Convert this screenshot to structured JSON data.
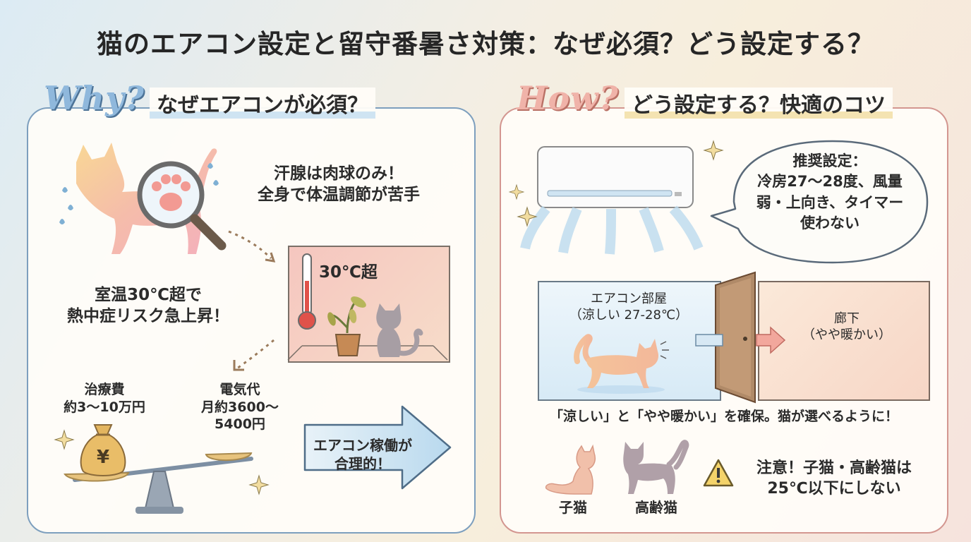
{
  "title": "猫のエアコン設定と留守番暑さ対策：なぜ必須？どう設定する？",
  "left": {
    "tag": "Why?",
    "heading": "なぜエアコンが必須？",
    "sweat_line1": "汗腺は肉球のみ！",
    "sweat_line2": "全身で体温調節が苦手",
    "room_temp_label": "30℃超",
    "risk_line1": "室温30℃超で",
    "risk_line2": "熱中症リスク急上昇！",
    "treatment_line1": "治療費",
    "treatment_line2": "約3〜10万円",
    "electricity_line1": "電気代",
    "electricity_line2": "月約3600〜",
    "electricity_line3": "5400円",
    "yen_symbol": "¥",
    "conclusion_line1": "エアコン稼働が",
    "conclusion_line2": "合理的！"
  },
  "right": {
    "tag": "How?",
    "heading": "どう設定する？快適のコツ",
    "recommend_line1": "推奨設定：",
    "recommend_line2": "冷房27〜28度、風量",
    "recommend_line3": "弱・上向き、タイマー",
    "recommend_line4": "使わない",
    "ac_room_line1": "エアコン部屋",
    "ac_room_line2": "（涼しい 27-28℃）",
    "hallway_line1": "廊下",
    "hallway_line2": "（やや暖かい）",
    "choice_text": "「涼しい」と「やや暖かい」を確保。猫が選べるように！",
    "kitten_label": "子猫",
    "senior_label": "高齢猫",
    "caution_line1": "注意！子猫・高齢猫は",
    "caution_line2": "25℃以下にしない"
  },
  "colors": {
    "why_blue": "#8fb8dc",
    "how_pink": "#f0b3a9",
    "left_border": "#7d9fbe",
    "right_border": "#d39690",
    "heading_highlight_left": "#cfe4f2",
    "heading_highlight_right": "#f4e3b2"
  },
  "icons": [
    "sweating-cat-icon",
    "magnifier-paw-icon",
    "thermometer-icon",
    "wilted-plant-icon",
    "sitting-cat-icon",
    "money-bag-icon",
    "balance-scale-icon",
    "arrow-right-icon",
    "air-conditioner-icon",
    "speech-bubble-icon",
    "walking-cat-icon",
    "door-icon",
    "kitten-icon",
    "senior-cat-icon",
    "warning-icon",
    "sparkle-icon"
  ]
}
